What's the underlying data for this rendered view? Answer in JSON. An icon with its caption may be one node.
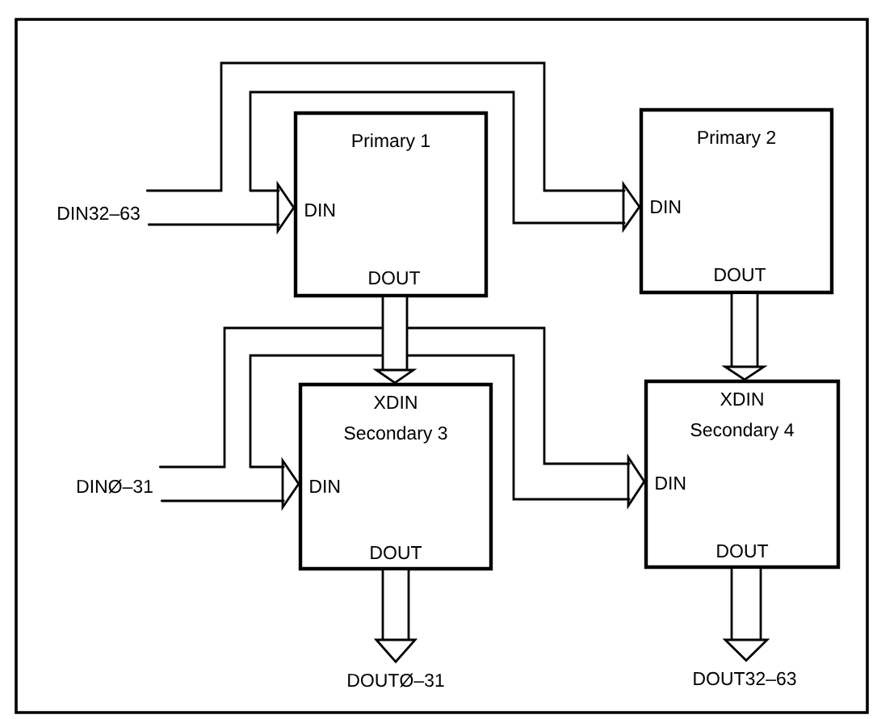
{
  "diagram": {
    "nodes": [
      {
        "text": [
          "DIN32–63"
        ]
      },
      {
        "text": [
          "Primary 1",
          "DIN",
          "DOUT"
        ]
      },
      {
        "text": [
          "Primary 2",
          "DIN",
          "DOUT"
        ]
      },
      {
        "text": [
          "DINØ–31"
        ]
      },
      {
        "text": [
          "XDIN",
          "Secondary 3",
          "DIN",
          "DOUT"
        ]
      },
      {
        "text": [
          "XDIN",
          "Secondary 4",
          "DIN",
          "DOUT"
        ]
      },
      {
        "text": [
          "DOUTØ–31"
        ]
      },
      {
        "text": [
          "DOUT32–63"
        ]
      }
    ],
    "edges": [
      {
        "from": 0,
        "to": 1,
        "arrow": "to"
      },
      {
        "from": 0,
        "to": 2,
        "arrow": "to"
      },
      {
        "from": 3,
        "to": 4,
        "arrow": "to"
      },
      {
        "from": 3,
        "to": 5,
        "arrow": "to"
      },
      {
        "from": 1,
        "to": 4,
        "arrow": "to"
      },
      {
        "from": 2,
        "to": 5,
        "arrow": "to"
      },
      {
        "from": 4,
        "to": 6,
        "arrow": "to"
      },
      {
        "from": 5,
        "to": 7,
        "arrow": "to"
      }
    ]
  }
}
